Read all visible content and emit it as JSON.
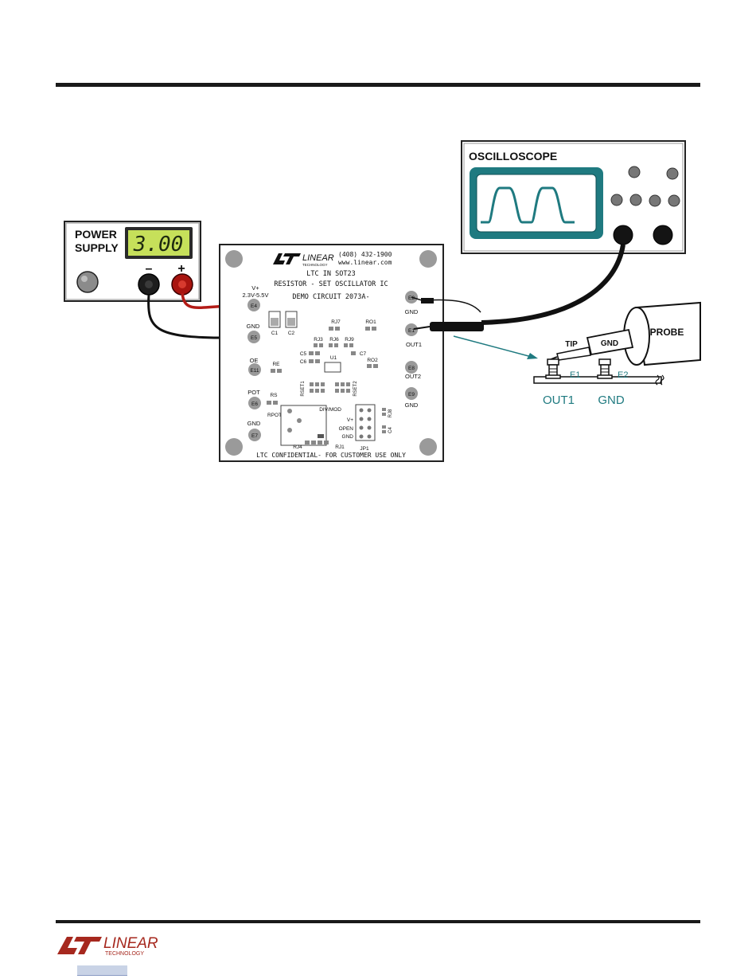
{
  "power_supply": {
    "title_line1": "POWER",
    "title_line2": "SUPPLY",
    "display_value": "3.00",
    "minus_label": "–",
    "plus_label": "+"
  },
  "oscilloscope": {
    "title": "OSCILLOSCOPE"
  },
  "board": {
    "phone": "(408) 432-1900",
    "web": "www.linear.com",
    "logo_word": "LINEAR",
    "logo_sub": "TECHNOLOGY",
    "part_line": "LTC IN SOT23",
    "desc_line": "RESISTOR - SET OSCILLATOR IC",
    "demo_line": "DEMO CIRCUIT 2073A-",
    "footer_line": "LTC CONFIDENTIAL- FOR CUSTOMER USE ONLY",
    "vplus_label": "V+",
    "vrange_label": "2.3V-5.5V",
    "gnd_label_left": "GND",
    "oe_label": "OE",
    "pot_label": "POT",
    "gnd_label_e7": "GND",
    "gnd_label_e2": "GND",
    "out1_label": "OUT1",
    "out2_label": "OUT2",
    "gnd_label_e9": "GND",
    "turrets": [
      "E4",
      "E5",
      "E11",
      "E6",
      "E7",
      "E2",
      "E1",
      "E8",
      "E9"
    ],
    "components": [
      "C1",
      "C2",
      "RJ7",
      "RO1",
      "RJ3",
      "RJ6",
      "RJ9",
      "C5",
      "C6",
      "C7",
      "U1",
      "RO2",
      "RE",
      "RS",
      "RSET1",
      "RSET2",
      "RPOT",
      "RJ8",
      "C4",
      "RJ4",
      "RJ1",
      "JP1"
    ],
    "jumper_labels": [
      "DIV/MOD",
      "V+",
      "OPEN",
      "GND"
    ]
  },
  "probe": {
    "label": "PROBE",
    "tip_label": "TIP",
    "gnd_label": "GND",
    "e1_label": "E1",
    "e2_label": "E2",
    "out1_label": "OUT1",
    "gnd_bottom_label": "GND"
  },
  "footer": {
    "logo_word": "LINEAR",
    "logo_sub": "TECHNOLOGY"
  },
  "colors": {
    "teal": "#1f7a80",
    "lcd": "#c6e05a",
    "red_terminal": "#a8140f",
    "board_bg": "#ffffff",
    "wire_red": "#b31b16"
  }
}
